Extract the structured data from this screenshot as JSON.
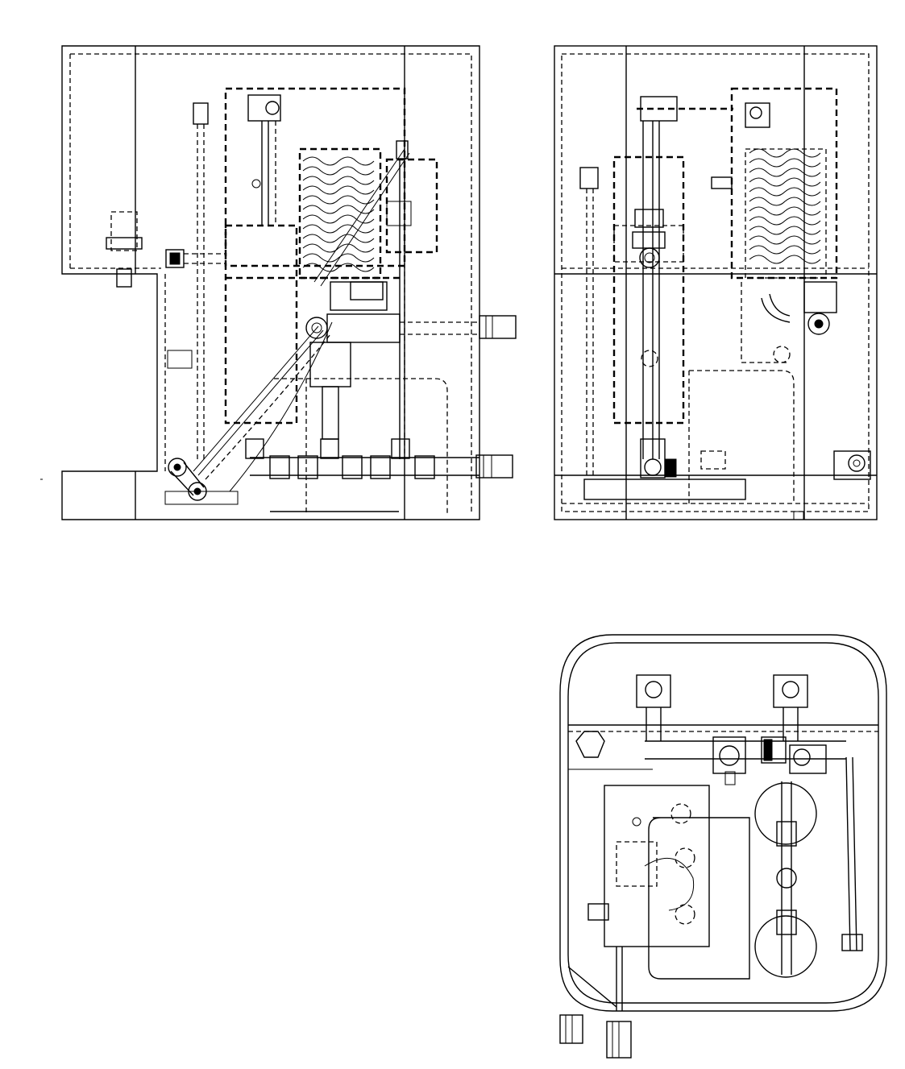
{
  "sheet": {
    "views": [
      "front-view",
      "side-view",
      "top-view"
    ],
    "line_color": "#000000",
    "background": "#ffffff",
    "annotations": []
  }
}
